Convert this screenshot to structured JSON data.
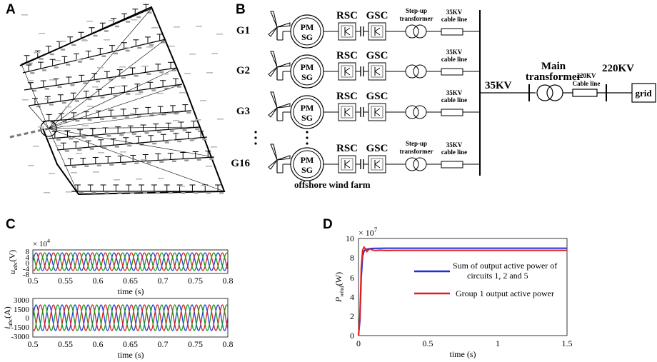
{
  "panels": {
    "a": "A",
    "b": "B",
    "c": "C",
    "d": "D"
  },
  "panel_b": {
    "generators": [
      "G1",
      "G2",
      "G3",
      "G16"
    ],
    "pmsg_top": "PM",
    "pmsg_bottom": "SG",
    "rsc": "RSC",
    "gsc": "GSC",
    "stepup_line1": "Step-up",
    "stepup_line2": "transformer",
    "cable_kv": "35KV",
    "cable_line": "cable line",
    "bus_35": "35KV",
    "main_tr_line1": "Main",
    "main_tr_line2": "transformer",
    "cable_220_kv": "220KV",
    "cable_220_line": "Cable line",
    "bus_220": "220KV",
    "grid": "grid",
    "farm": "offshore wind farm"
  },
  "panel_c": {
    "voltage": {
      "exponent_base": "× 10",
      "exponent": "4",
      "ylabel_sym": "u",
      "ylabel_sub": "abc",
      "ylabel_unit": "(V)",
      "yticks": [
        "8",
        "4",
        "0",
        "-4",
        "-8"
      ],
      "xticks": [
        "0.5",
        "0.55",
        "0.6",
        "0.65",
        "0.7",
        "0.75",
        "0.8"
      ],
      "xlabel": "time (s)"
    },
    "current": {
      "ylabel_sym": "i",
      "ylabel_sub": "abc",
      "ylabel_unit": "(A)",
      "yticks": [
        "3000",
        "1500",
        "0",
        "-1500",
        "-3000"
      ],
      "xticks": [
        "0.5",
        "0.55",
        "0.6",
        "0.65",
        "0.7",
        "0.75",
        "0.8"
      ],
      "xlabel": "time (s)"
    }
  },
  "panel_d": {
    "exponent_base": "× 10",
    "exponent": "7",
    "yticks": [
      "10",
      "8",
      "6",
      "4",
      "2",
      "0"
    ],
    "xticks": [
      "0",
      "0.5",
      "1",
      "1.5"
    ],
    "xlabel": "time (s)",
    "ylabel_sym": "P",
    "ylabel_sub": "wind",
    "ylabel_unit": "(W)",
    "legend_blue_1": "Sum of output active power of",
    "legend_blue_2": "circuits 1, 2 and 5",
    "legend_red": "Group 1 output active power"
  },
  "chart_data": [
    {
      "type": "line",
      "xlabel": "time (s)",
      "ylabel": "u_abc (V)",
      "xlim": [
        0.5,
        0.8
      ],
      "ylim": [
        -80000,
        80000
      ],
      "series": [
        {
          "amplitude": 60000,
          "frequency_hz": 50,
          "phase_deg": 0,
          "color": "#1f3fd6"
        },
        {
          "amplitude": 60000,
          "frequency_hz": 50,
          "phase_deg": -120,
          "color": "#d62020"
        },
        {
          "amplitude": 60000,
          "frequency_hz": 50,
          "phase_deg": 120,
          "color": "#1b9a1b"
        }
      ]
    },
    {
      "type": "line",
      "xlabel": "time (s)",
      "ylabel": "i_abc (A)",
      "xlim": [
        0.5,
        0.8
      ],
      "ylim": [
        -3000,
        3000
      ],
      "series": [
        {
          "amplitude": 2000,
          "frequency_hz": 50,
          "phase_deg": 0,
          "color": "#1f3fd6"
        },
        {
          "amplitude": 2000,
          "frequency_hz": 50,
          "phase_deg": -120,
          "color": "#d62020"
        },
        {
          "amplitude": 2000,
          "frequency_hz": 50,
          "phase_deg": 120,
          "color": "#1b9a1b"
        }
      ]
    },
    {
      "type": "line",
      "xlabel": "time (s)",
      "ylabel": "P_wind (W)",
      "xlim": [
        0,
        1.5
      ],
      "ylim": [
        0,
        100000000
      ],
      "series": [
        {
          "name": "Sum of output active power of circuits 1, 2 and 5",
          "color": "#1f2fd6",
          "x": [
            0,
            0.01,
            0.02,
            0.03,
            0.04,
            0.05,
            0.06,
            0.08,
            0.1,
            0.2,
            0.5,
            1.0,
            1.5
          ],
          "y": [
            0,
            15000000,
            60000000,
            82000000,
            87000000,
            88500000,
            89000000,
            89500000,
            89800000,
            90000000,
            90000000,
            90000000,
            90000000
          ]
        },
        {
          "name": "Group 1 output active power",
          "color": "#e51b1b",
          "x": [
            0,
            0.01,
            0.02,
            0.03,
            0.04,
            0.05,
            0.06,
            0.07,
            0.08,
            0.1,
            0.12,
            0.15,
            0.2,
            0.3,
            0.5,
            1.0,
            1.5
          ],
          "y": [
            0,
            20000000,
            70000000,
            88000000,
            91000000,
            89000000,
            86500000,
            88000000,
            89500000,
            88200000,
            87600000,
            88000000,
            87700000,
            87800000,
            87800000,
            87800000,
            87800000
          ]
        }
      ]
    }
  ]
}
